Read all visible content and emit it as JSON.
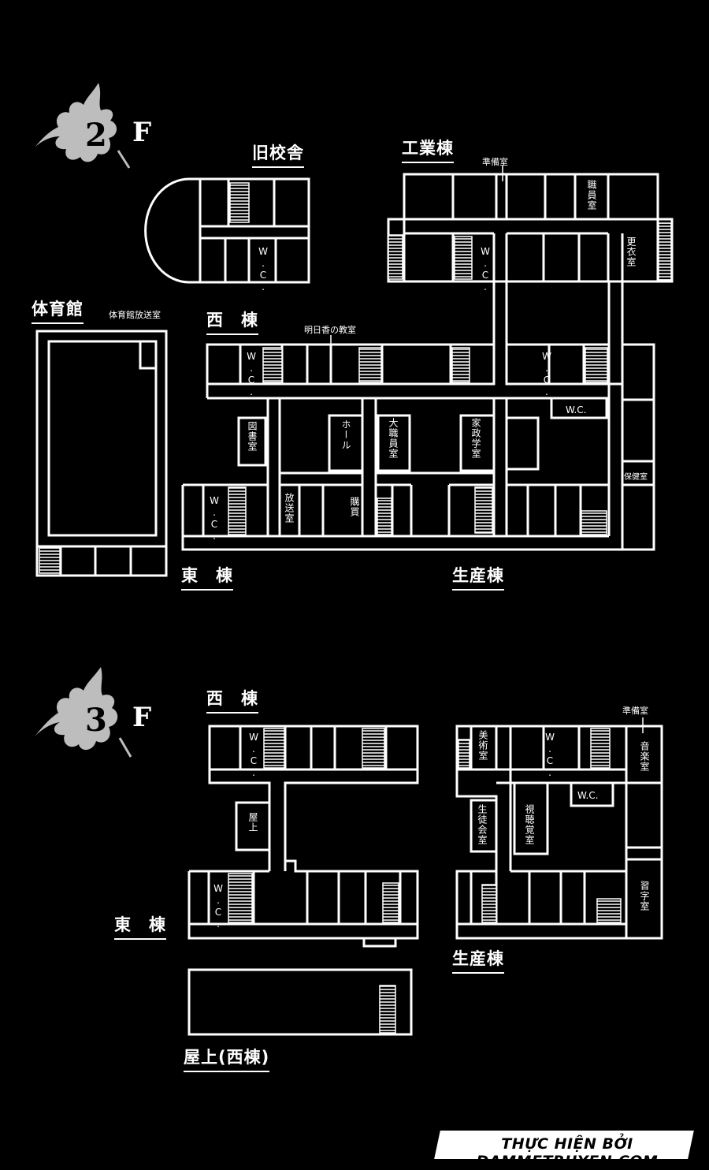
{
  "floors": [
    {
      "number": "2",
      "suffix": "F"
    },
    {
      "number": "3",
      "suffix": "F"
    }
  ],
  "floor2": {
    "old_building": "旧校舎",
    "industrial_building": "工業棟",
    "gym": "体育館",
    "gym_broadcast": "体育館放送室",
    "west_building": "西　棟",
    "east_building": "東　棟",
    "production_building": "生産棟",
    "prep_room": "準備室",
    "asuka_classroom": "明日香の教室",
    "staff_room": "職員室",
    "changing_room": "更衣室",
    "library": "図書室",
    "hall": "ホール",
    "big_staff_room": "大職員室",
    "home_ec": "家政学室",
    "broadcast_room": "放送室",
    "store": "購買",
    "nurse_room": "保健室",
    "wc": "W.C."
  },
  "floor3": {
    "west_building": "西　棟",
    "east_building": "東　棟",
    "production_building": "生産棟",
    "rooftop": "屋上(西棟)",
    "prep_room": "準備室",
    "art_room": "美術室",
    "music_room": "音楽室",
    "student_council": "生徒会室",
    "av_room": "視聴覚室",
    "rooftop_label": "屋上",
    "practice_room": "習字室",
    "wc": "W.C."
  },
  "footer": {
    "credit": "THỰC HIỆN BỞI DAMMETRUYEN.COM"
  },
  "colors": {
    "background": "#000000",
    "line": "#ffffff",
    "ink_blot": "#bdbdbd"
  }
}
